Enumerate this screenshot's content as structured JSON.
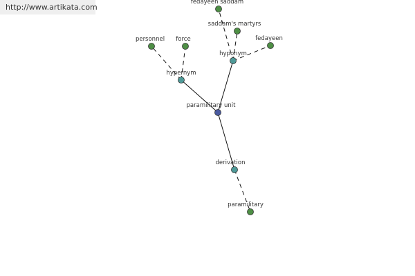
{
  "header": {
    "url": "http://www.artikata.com"
  },
  "colors": {
    "center": "#4a5aa0",
    "relation": "#4e9a98",
    "leaf": "#4e8f45",
    "outline": "#333333",
    "edge": "#111111"
  },
  "nodes": [
    {
      "id": "paramilitary-unit",
      "label": "paramilitary unit",
      "kind": "center"
    },
    {
      "id": "hypernym",
      "label": "hypernym",
      "kind": "relation"
    },
    {
      "id": "hyponym",
      "label": "hyponym",
      "kind": "relation"
    },
    {
      "id": "derivation",
      "label": "derivation",
      "kind": "relation"
    },
    {
      "id": "personnel",
      "label": "personnel",
      "kind": "leaf"
    },
    {
      "id": "force",
      "label": "force",
      "kind": "leaf"
    },
    {
      "id": "fedayeen-saddam",
      "label": "fedayeen saddam",
      "kind": "leaf"
    },
    {
      "id": "saddams-martyrs",
      "label": "saddam's martyrs",
      "kind": "leaf"
    },
    {
      "id": "fedayeen",
      "label": "fedayeen",
      "kind": "leaf"
    },
    {
      "id": "paramilitary",
      "label": "paramilitary",
      "kind": "leaf"
    }
  ],
  "edges": [
    {
      "from": "paramilitary-unit",
      "to": "hypernym",
      "style": "solid"
    },
    {
      "from": "paramilitary-unit",
      "to": "hyponym",
      "style": "solid"
    },
    {
      "from": "paramilitary-unit",
      "to": "derivation",
      "style": "solid"
    },
    {
      "from": "hypernym",
      "to": "personnel",
      "style": "dashed"
    },
    {
      "from": "hypernym",
      "to": "force",
      "style": "dashed"
    },
    {
      "from": "hyponym",
      "to": "fedayeen-saddam",
      "style": "dashed"
    },
    {
      "from": "hyponym",
      "to": "saddams-martyrs",
      "style": "dashed"
    },
    {
      "from": "hyponym",
      "to": "fedayeen",
      "style": "dashed"
    },
    {
      "from": "derivation",
      "to": "paramilitary",
      "style": "dashed"
    }
  ]
}
